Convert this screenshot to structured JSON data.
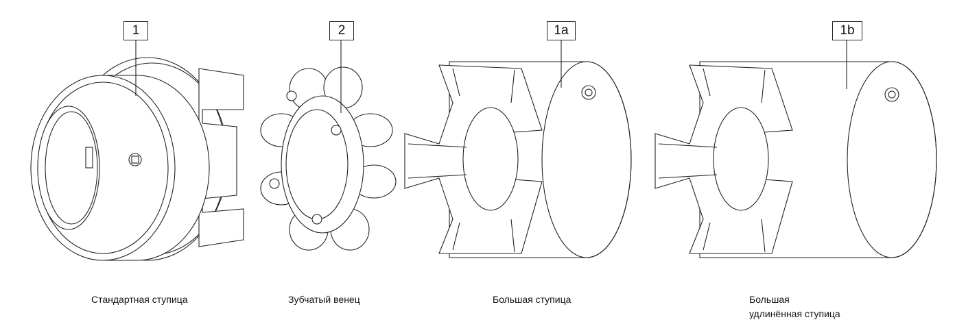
{
  "parts": [
    {
      "tag": "1",
      "caption": "Стандартная ступица"
    },
    {
      "tag": "2",
      "caption": "Зубчатый венец"
    },
    {
      "tag": "1a",
      "caption": "Большая ступица"
    },
    {
      "tag": "1b",
      "caption_line1": "Большая",
      "caption_line2": "удлинённая ступица"
    }
  ]
}
